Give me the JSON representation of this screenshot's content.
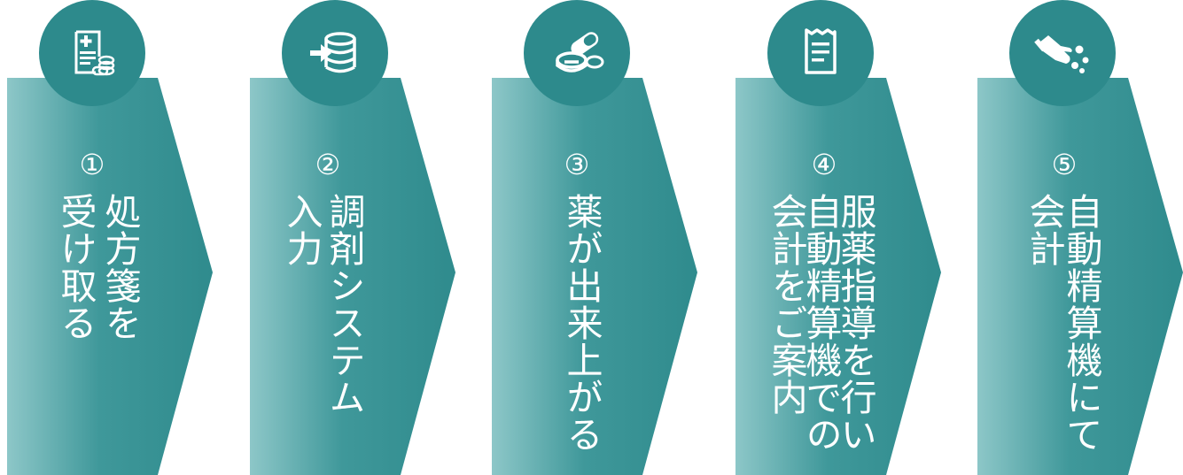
{
  "colors": {
    "arrow_dark": "#2d8a8c",
    "arrow_light": "#8dc7c8",
    "circle": "#2d8a8c",
    "text": "#ffffff"
  },
  "steps": [
    {
      "number": "①",
      "icon": "prescription-icon",
      "lines": [
        "処方箋を",
        "受け取る"
      ]
    },
    {
      "number": "②",
      "icon": "database-input-icon",
      "lines": [
        "調剤システム",
        "入力"
      ]
    },
    {
      "number": "③",
      "icon": "pills-icon",
      "lines": [
        "薬が出来上がる"
      ]
    },
    {
      "number": "④",
      "icon": "receipt-icon",
      "lines": [
        "服薬指導を行い",
        "自動精算機での",
        "会計をご案内"
      ]
    },
    {
      "number": "⑤",
      "icon": "hand-coins-icon",
      "lines": [
        "自動精算機にて",
        "会計"
      ]
    }
  ]
}
